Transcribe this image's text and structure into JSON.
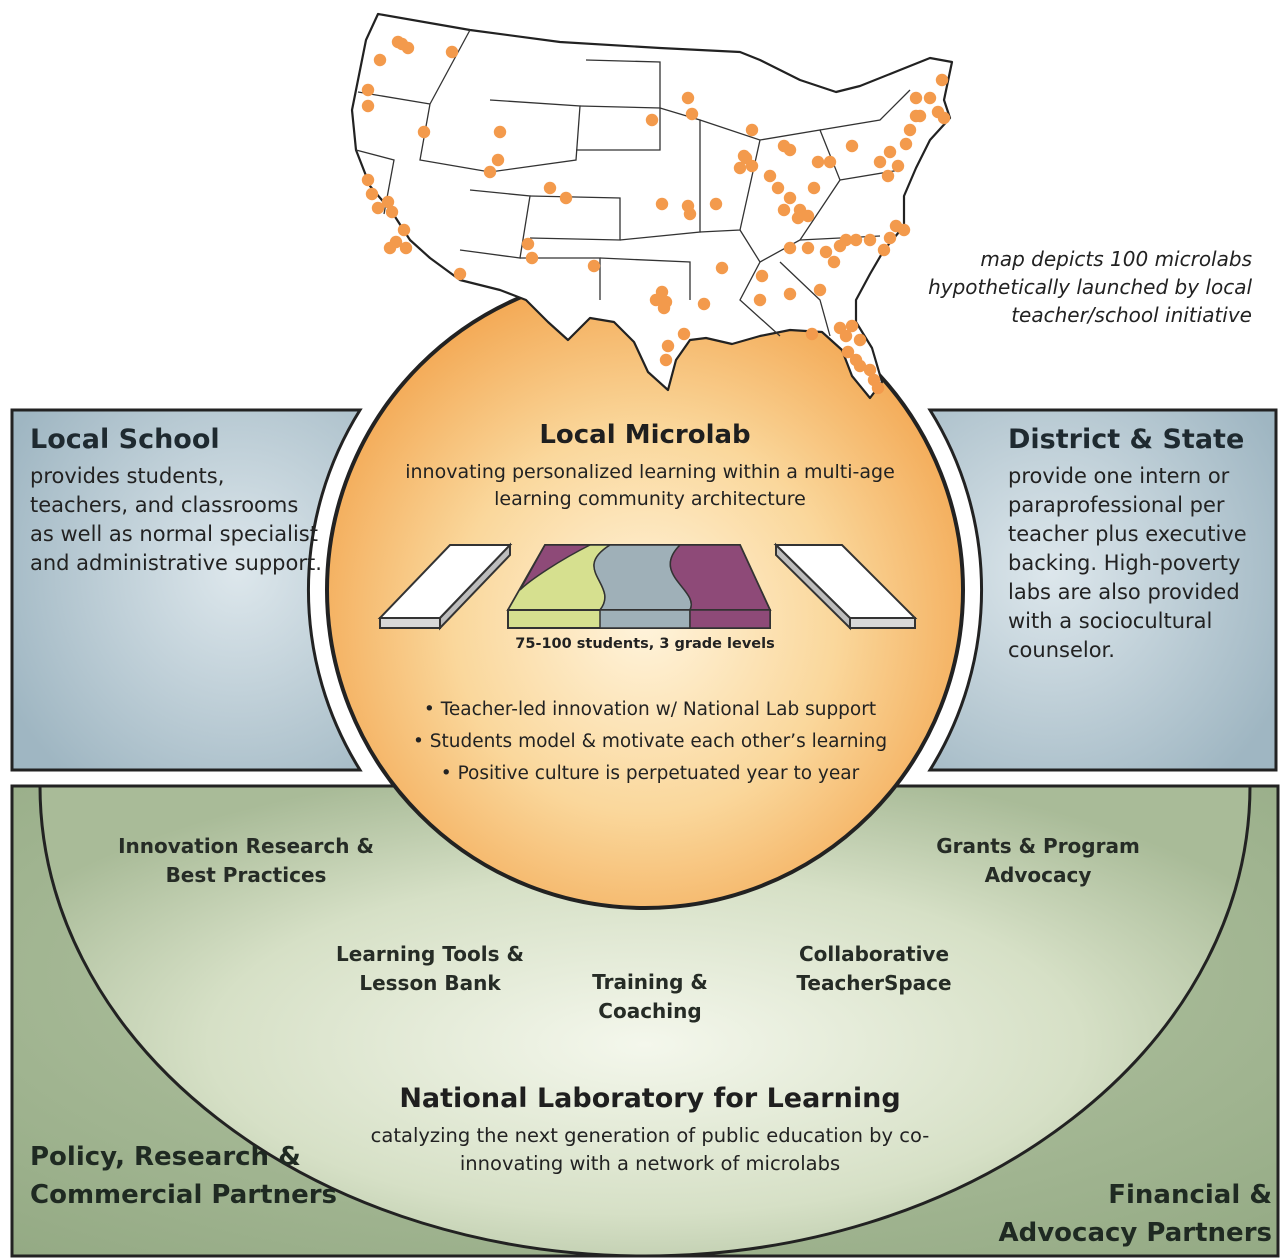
{
  "map": {
    "note": "map depicts 100 microlabs hypothetically launched by local teacher/school initiative",
    "dot_color": "#f39a4c"
  },
  "local_school": {
    "title": "Local School",
    "body": "provides students, teachers, and classrooms as well as normal specialist and administrative support."
  },
  "district_state": {
    "title": "District & State",
    "body": "provide one intern or paraprofessional per teacher plus executive backing. High-poverty labs are also provided with a sociocultural counselor."
  },
  "microlab": {
    "title": "Local Microlab",
    "subtitle": "innovating personalized learning within a multi-age learning community architecture",
    "caption": "75-100 students, 3 grade levels",
    "bullets": [
      "Teacher-led innovation w/ National Lab support",
      "Students model & motivate each other’s learning",
      "Positive culture is perpetuated year to year"
    ]
  },
  "services": {
    "innovation": "Innovation Research & Best Practices",
    "grants": "Grants & Program Advocacy",
    "tools": "Learning Tools & Lesson Bank",
    "training": "Training & Coaching",
    "teacherspace": "Collaborative TeacherSpace"
  },
  "national_lab": {
    "title": "National Laboratory for Learning",
    "subtitle": "catalyzing the next generation of public education by co-innovating with a network of microlabs"
  },
  "partners": {
    "left": "Policy, Research & Commercial Partners",
    "right": "Financial & Advocacy Partners"
  },
  "colors": {
    "blue_panel": "#a9bfc9",
    "green_band": "#a4b792",
    "microlab_orange": "#f5b86a",
    "tile_purple": "#8e4a78",
    "tile_lime": "#d6e08f",
    "tile_grey": "#9fb0b8"
  }
}
